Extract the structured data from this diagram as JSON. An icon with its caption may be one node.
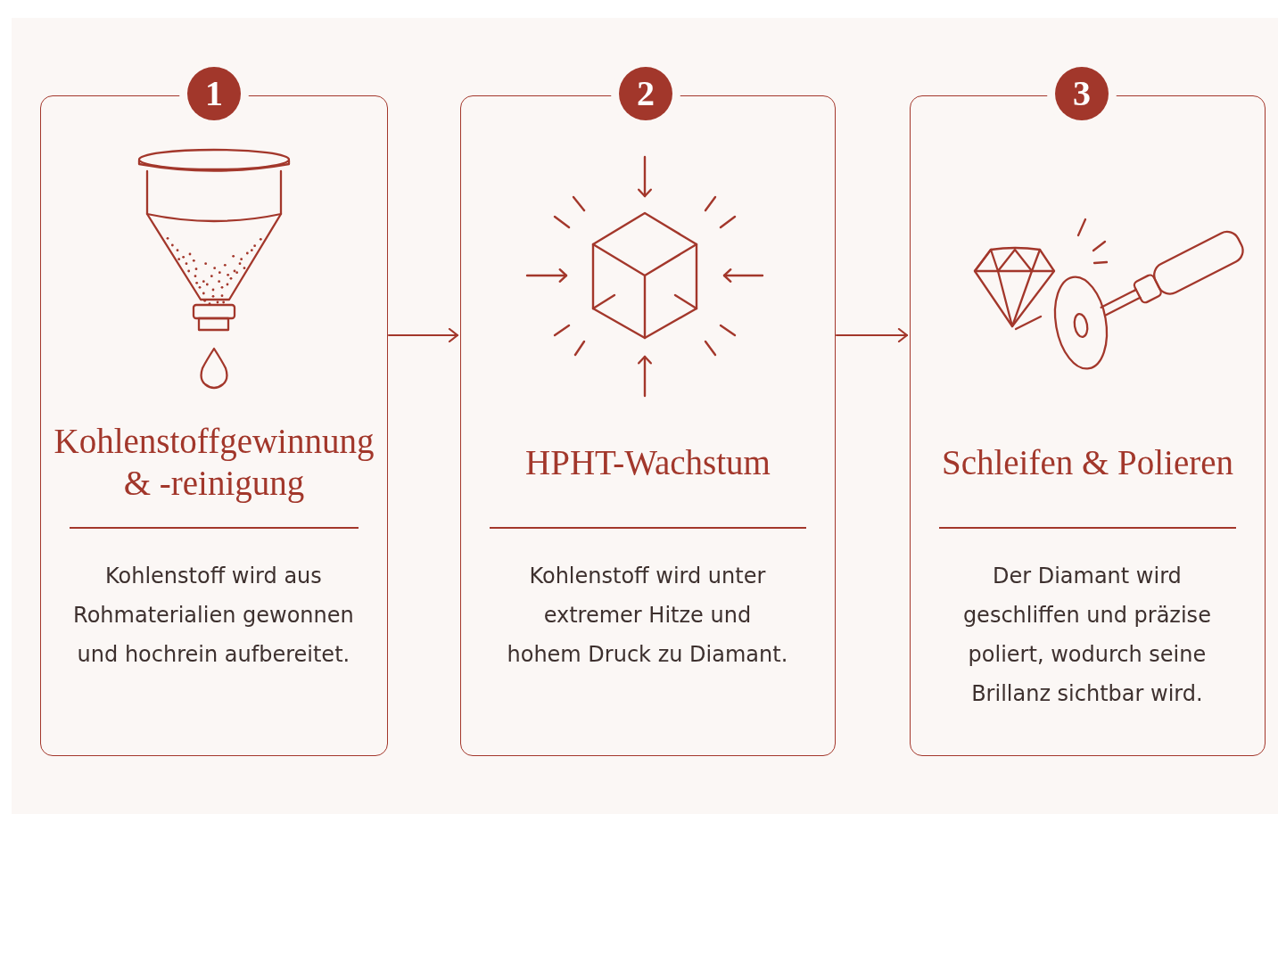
{
  "diagram": {
    "nodes": [
      {
        "text": [
          "1"
        ]
      },
      {
        "text": [
          "Kohlenstoffgewinnung & -reinigung",
          "Kohlenstoff wird aus Rohmaterialien gewonnen und hochrein aufbereitet."
        ]
      },
      {
        "text": [
          "2"
        ]
      },
      {
        "text": [
          "HPHT-Wachstum",
          "Kohlenstoff wird unter extremer Hitze und hohem Druck zu Diamant."
        ]
      },
      {
        "text": [
          "3"
        ]
      },
      {
        "text": [
          "Schleifen & Polieren",
          "Der Diamant wird geschliffen und präzise poliert, wodurch seine Brillanz sichtbar wird."
        ]
      }
    ],
    "edges": [
      {
        "from": 1,
        "to": 3,
        "arrow": "to"
      },
      {
        "from": 3,
        "to": 5,
        "arrow": "to"
      }
    ]
  }
}
